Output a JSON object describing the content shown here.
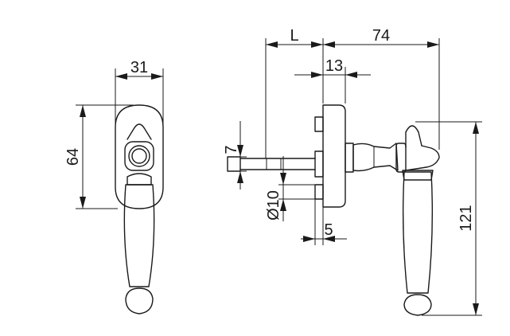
{
  "dimensions": {
    "front_width": "31",
    "front_height": "64",
    "length_variable": "L",
    "overall_depth": "74",
    "rose_thickness": "13",
    "spindle_square": "7",
    "bore_diameter": "Ø10",
    "base_offset": "5",
    "overall_height": "121"
  }
}
